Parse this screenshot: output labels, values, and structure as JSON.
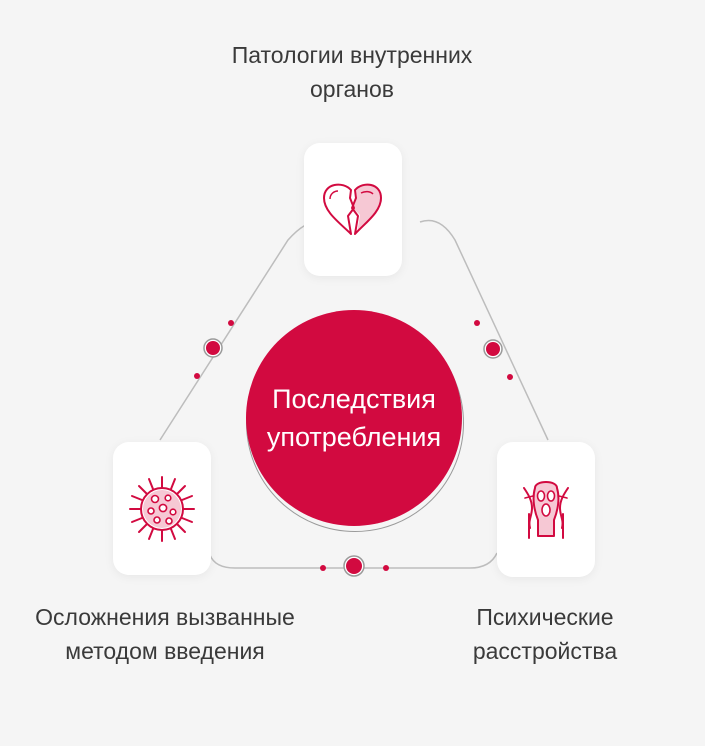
{
  "center": {
    "line1": "Последствия",
    "line2": "употребления"
  },
  "nodes": {
    "top": {
      "line1": "Патологии внутренних",
      "line2": "органов",
      "icon": "broken-heart-icon"
    },
    "left": {
      "line1": "Осложнения вызванные",
      "line2": "методом введения",
      "icon": "virus-icon"
    },
    "right": {
      "line1": "Психические",
      "line2": "расстройства",
      "icon": "scream-face-icon"
    }
  },
  "colors": {
    "accent": "#d20a40",
    "accent_light": "#f6c8d4",
    "line": "#bdbdbd",
    "background": "#f5f5f5"
  }
}
